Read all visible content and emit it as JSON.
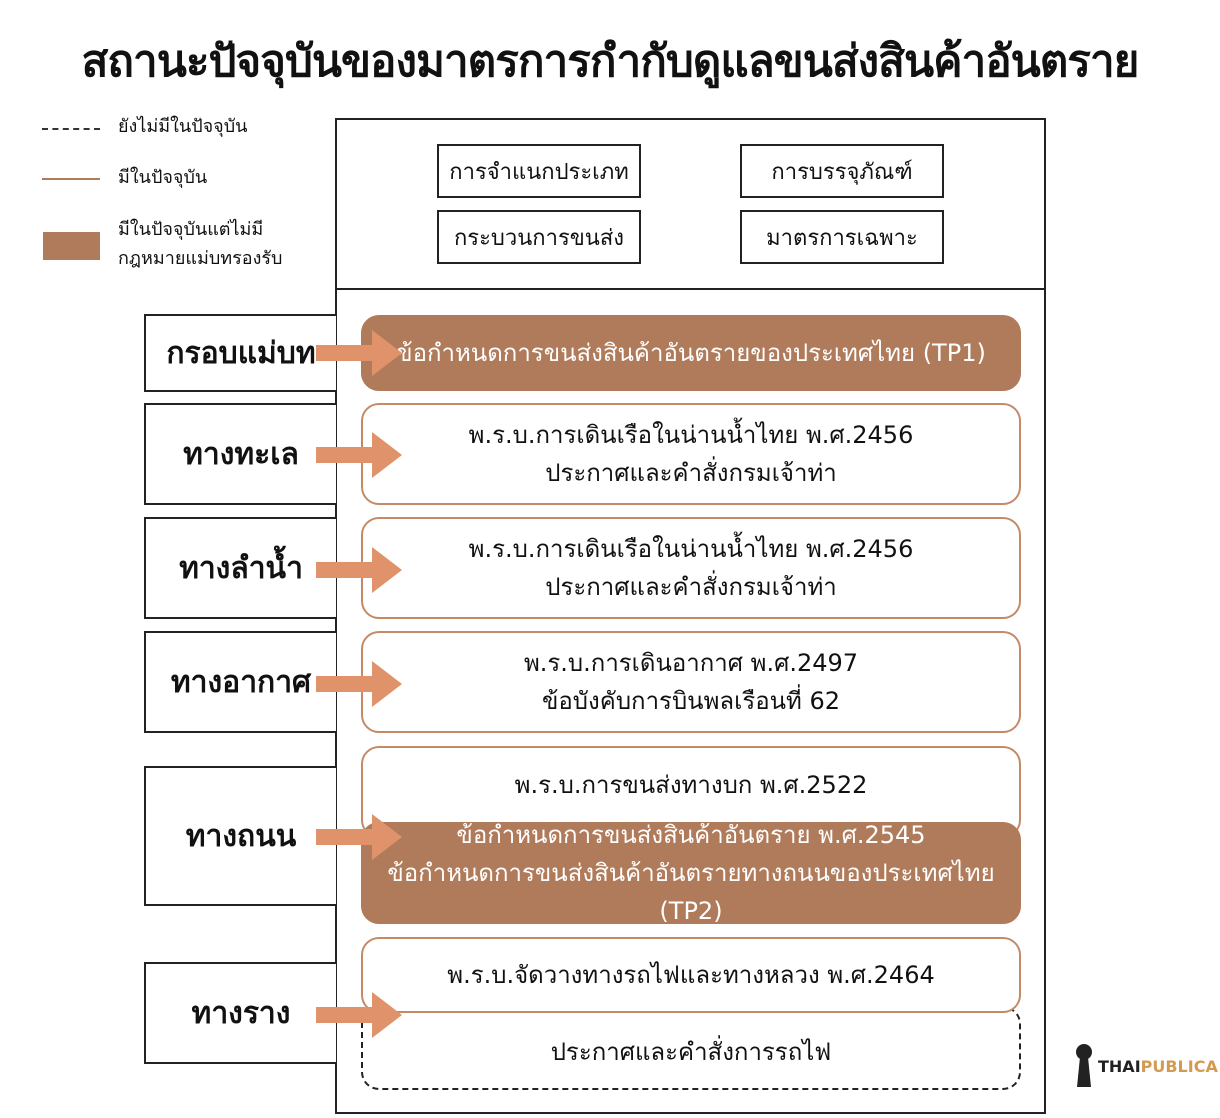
{
  "title": "สถานะปัจจุบันของมาตรการกำกับดูแลขนส่งสินค้าอันตราย",
  "legend": {
    "not_yet": "ยังไม่มีในปัจจุบัน",
    "exists": "มีในปัจจุบัน",
    "exists_no_law_line1": "มีในปัจจุบันแต่ไม่มี",
    "exists_no_law_line2": "กฎหมายแม่บทรองรับ"
  },
  "categories": [
    "การจำแนกประเภท",
    "การบรรจุภัณฑ์",
    "กระบวนการขนส่ง",
    "มาตรการเฉพาะ"
  ],
  "modes": {
    "framework": "กรอบแม่บท",
    "sea": "ทางทะเล",
    "river": "ทางลำน้ำ",
    "air": "ทางอากาศ",
    "road": "ทางถนน",
    "rail": "ทางราง"
  },
  "laws": {
    "framework": "ข้อกำหนดการขนส่งสินค้าอันตรายของประเทศไทย (TP1)",
    "sea_1": "พ.ร.บ.การเดินเรือในน่านน้ำไทย พ.ศ.2456",
    "sea_2": "ประกาศและคำสั่งกรมเจ้าท่า",
    "river_1": "พ.ร.บ.การเดินเรือในน่านน้ำไทย พ.ศ.2456",
    "river_2": "ประกาศและคำสั่งกรมเจ้าท่า",
    "air_1": "พ.ร.บ.การเดินอากาศ พ.ศ.2497",
    "air_2": "ข้อบังคับการบินพลเรือนที่ 62",
    "road_act": "พ.ร.บ.การขนส่งทางบก พ.ศ.2522",
    "road_reg_1": "ข้อกำหนดการขนส่งสินค้าอันตราย พ.ศ.2545",
    "road_reg_2": "ข้อกำหนดการขนส่งสินค้าอันตรายทางถนนของประเทศไทย (TP2)",
    "rail_act": "พ.ร.บ.จัดวางทางรถไฟและทางหลวง พ.ศ.2464",
    "rail_notice": "ประกาศและคำสั่งการรถไฟ"
  },
  "colors": {
    "accent_fill": "#b07b5b",
    "accent_line": "#c48a68",
    "arrow": "#e0926a"
  },
  "logo": {
    "part1": "THAI",
    "part2": "PUBLICA"
  }
}
